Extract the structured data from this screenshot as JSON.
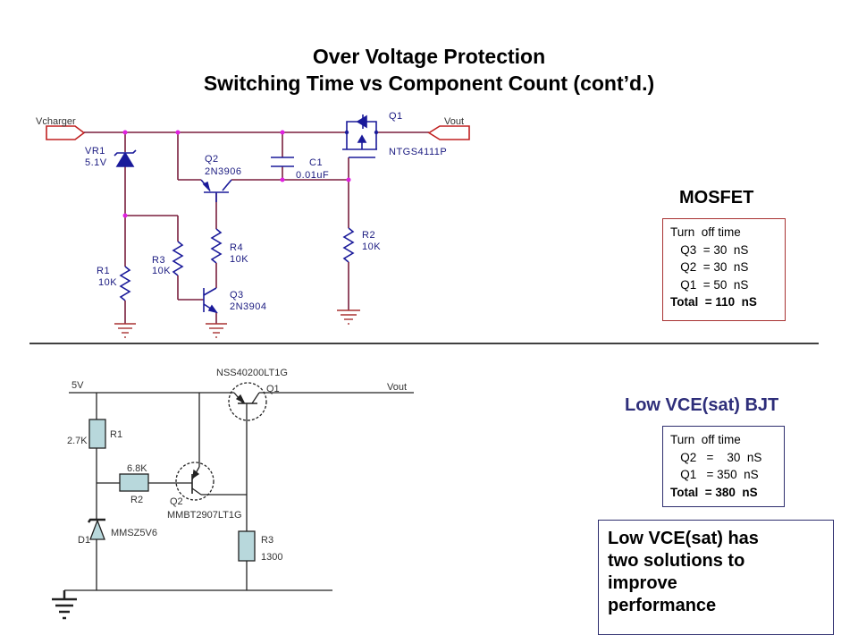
{
  "title": {
    "line1": "Over Voltage Protection",
    "line2": "Switching Time vs Component Count (cont’d.)"
  },
  "mosfet_circuit": {
    "input_port": "Vcharger",
    "output_port": "Vout",
    "components": [
      {
        "ref": "VR1",
        "value": "5.1V",
        "type": "zener-diode"
      },
      {
        "ref": "Q2",
        "value": "2N3906",
        "type": "pnp-transistor"
      },
      {
        "ref": "C1",
        "value": "0.01uF",
        "type": "capacitor"
      },
      {
        "ref": "Q1",
        "value": "NTGS4111P",
        "type": "p-mosfet"
      },
      {
        "ref": "R1",
        "value": "10K",
        "type": "resistor"
      },
      {
        "ref": "R3",
        "value": "10K",
        "type": "resistor"
      },
      {
        "ref": "R4",
        "value": "10K",
        "type": "resistor"
      },
      {
        "ref": "Q3",
        "value": "2N3904",
        "type": "npn-transistor"
      },
      {
        "ref": "R2",
        "value": "10K",
        "type": "resistor"
      }
    ],
    "labels": {
      "vr1_ref": "VR1",
      "vr1_val": "5.1V",
      "q2_ref": "Q2",
      "q2_val": "2N3906",
      "c1_ref": "C1",
      "c1_val": "0.01uF",
      "q1_ref": "Q1",
      "q1_val": "NTGS4111P",
      "r1_ref": "R1",
      "r1_val": "10K",
      "r3_ref": "R3",
      "r3_val": "10K",
      "r4_ref": "R4",
      "r4_val": "10K",
      "q3_ref": "Q3",
      "q3_val": "2N3904",
      "r2_ref": "R2",
      "r2_val": "10K"
    }
  },
  "bjt_circuit": {
    "supply": "5V",
    "output": "Vout",
    "labels": {
      "q1_part": "NSS40200LT1G",
      "q1_ref": "Q1",
      "r1_ref": "R1",
      "r1_val": "2.7K",
      "r2_ref": "R2",
      "r2_val": "6.8K",
      "q2_ref": "Q2",
      "q2_part": "MMBT2907LT1G",
      "d1_ref": "D1",
      "d1_part": "MMSZ5V6",
      "r3_ref": "R3",
      "r3_val": "1300"
    }
  },
  "mosfet_panel": {
    "heading": "MOSFET",
    "rows": [
      "Turn  off time",
      "   Q3  = 30  nS",
      "   Q2  = 30  nS",
      "   Q1  = 50  nS"
    ],
    "total": "Total  = 110  nS"
  },
  "bjt_panel": {
    "heading": "Low VCE(sat) BJT",
    "rows": [
      "Turn  off time",
      "   Q2   =    30  nS",
      "   Q1   = 350  nS"
    ],
    "total": "Total  = 380  nS"
  },
  "note": {
    "lines": [
      "Low VCE(sat) has",
      "two solutions to",
      "improve",
      "performance"
    ]
  },
  "colors": {
    "wire": "#7a1f3d",
    "component": "#1a1a9a",
    "junction": "#e020e0",
    "resistor_fill": "#b8d8dc"
  }
}
